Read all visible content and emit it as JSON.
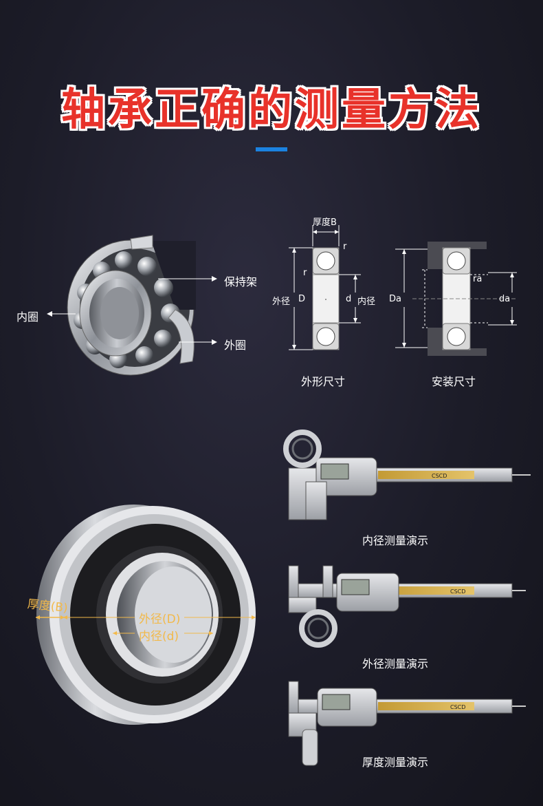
{
  "title": "轴承正确的测量方法",
  "accent_color": "#1b82e0",
  "title_color": "#e8322a",
  "bearing_labels": {
    "inner_ring": "内圈",
    "cage": "保持架",
    "outer_ring": "外圈"
  },
  "outline_dims": {
    "thickness": "厚度B",
    "r_top": "r",
    "r_side": "r",
    "outer_dia_label": "外径",
    "outer_dia_symbol": "D",
    "inner_dia_symbol": "d",
    "inner_dia_label": "内径",
    "caption": "外形尺寸"
  },
  "install_dims": {
    "Da": "Da",
    "ra": "ra",
    "da": "da",
    "caption": "安装尺寸"
  },
  "large_bearing": {
    "thickness": "厚度(B)",
    "outer_dia": "外径(D)",
    "inner_dia": "内径(d)"
  },
  "demos": {
    "inner": "内径测量演示",
    "outer": "外径测量演示",
    "thickness": "厚度测量演示"
  },
  "caliper_brand": "CSCD"
}
